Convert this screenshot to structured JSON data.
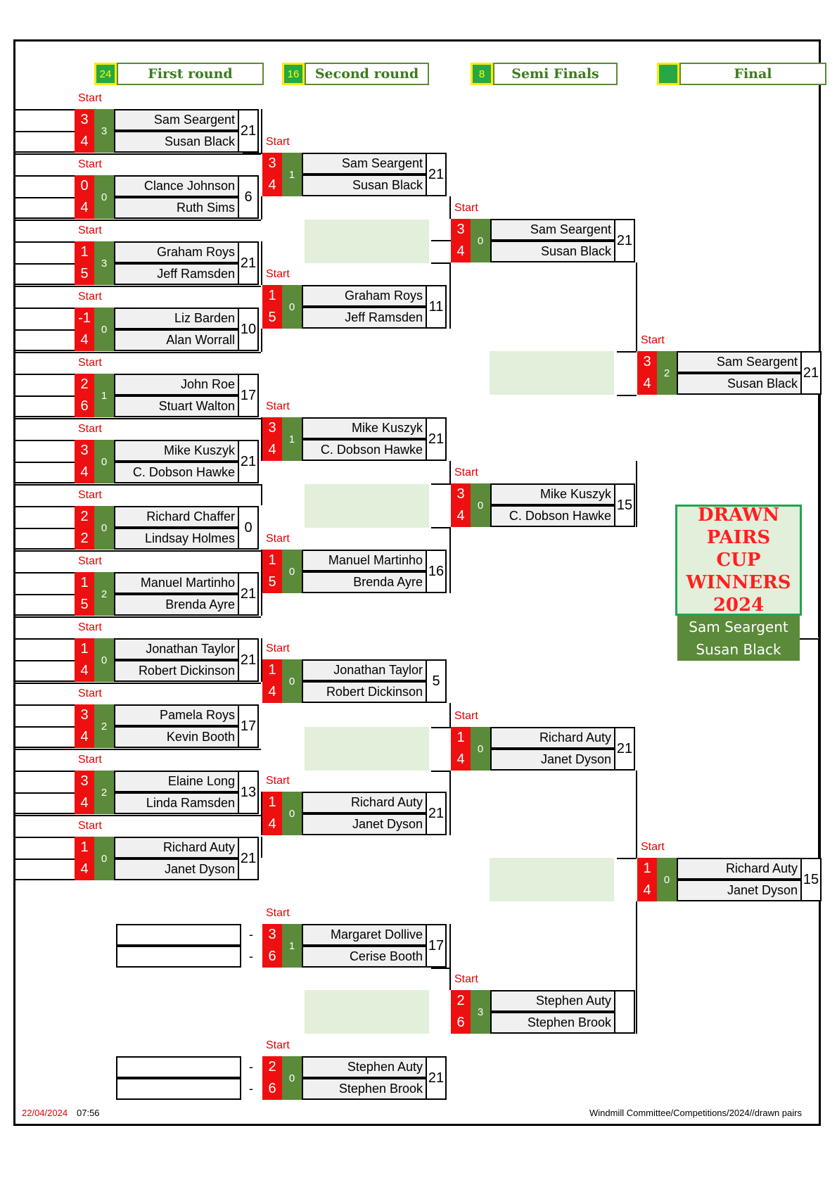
{
  "headers": [
    {
      "count": "24",
      "label": "First round"
    },
    {
      "count": "16",
      "label": "Second round"
    },
    {
      "count": "8",
      "label": "Semi Finals"
    },
    {
      "count": "",
      "label": "Final"
    }
  ],
  "start_label": "Start",
  "round1": [
    {
      "s1": "3",
      "s2": "4",
      "mid": "3",
      "p1": "Sam Seargent",
      "p2": "Susan Black",
      "score": "21"
    },
    {
      "s1": "0",
      "s2": "4",
      "mid": "0",
      "p1": "Clance Johnson",
      "p2": "Ruth Sims",
      "score": "6"
    },
    {
      "s1": "1",
      "s2": "5",
      "mid": "3",
      "p1": "Graham Roys",
      "p2": "Jeff Ramsden",
      "score": "21"
    },
    {
      "s1": "-1",
      "s2": "4",
      "mid": "0",
      "p1": "Liz Barden",
      "p2": "Alan Worrall",
      "score": "10"
    },
    {
      "s1": "2",
      "s2": "6",
      "mid": "1",
      "p1": "John Roe",
      "p2": "Stuart Walton",
      "score": "17"
    },
    {
      "s1": "3",
      "s2": "4",
      "mid": "0",
      "p1": "Mike Kuszyk",
      "p2": "C. Dobson Hawke",
      "score": "21"
    },
    {
      "s1": "2",
      "s2": "2",
      "mid": "0",
      "p1": "Richard Chaffer",
      "p2": "Lindsay Holmes",
      "score": "0"
    },
    {
      "s1": "1",
      "s2": "5",
      "mid": "2",
      "p1": "Manuel Martinho",
      "p2": "Brenda Ayre",
      "score": "21"
    },
    {
      "s1": "1",
      "s2": "4",
      "mid": "0",
      "p1": "Jonathan Taylor",
      "p2": "Robert Dickinson",
      "score": "21"
    },
    {
      "s1": "3",
      "s2": "4",
      "mid": "2",
      "p1": "Pamela Roys",
      "p2": "Kevin Booth",
      "score": "17"
    },
    {
      "s1": "3",
      "s2": "4",
      "mid": "2",
      "p1": "Elaine Long",
      "p2": "Linda Ramsden",
      "score": "13"
    },
    {
      "s1": "1",
      "s2": "4",
      "mid": "0",
      "p1": "Richard Auty",
      "p2": "Janet Dyson",
      "score": "21"
    }
  ],
  "round2": [
    {
      "s1": "3",
      "s2": "4",
      "mid": "1",
      "p1": "Sam Seargent",
      "p2": "Susan Black",
      "score": "21"
    },
    {
      "s1": "1",
      "s2": "5",
      "mid": "0",
      "p1": "Graham Roys",
      "p2": "Jeff Ramsden",
      "score": "11"
    },
    {
      "s1": "3",
      "s2": "4",
      "mid": "1",
      "p1": "Mike Kuszyk",
      "p2": "C. Dobson Hawke",
      "score": "21"
    },
    {
      "s1": "1",
      "s2": "5",
      "mid": "0",
      "p1": "Manuel Martinho",
      "p2": "Brenda Ayre",
      "score": "16"
    },
    {
      "s1": "1",
      "s2": "4",
      "mid": "0",
      "p1": "Jonathan Taylor",
      "p2": "Robert Dickinson",
      "score": "5"
    },
    {
      "s1": "1",
      "s2": "4",
      "mid": "0",
      "p1": "Richard Auty",
      "p2": "Janet Dyson",
      "score": "21"
    },
    {
      "s1": "3",
      "s2": "6",
      "mid": "1",
      "p1": "Margaret Dollive",
      "p2": "Cerise Booth",
      "score": "17"
    },
    {
      "s1": "2",
      "s2": "6",
      "mid": "0",
      "p1": "Stephen Auty",
      "p2": "Stephen Brook",
      "score": "21"
    }
  ],
  "semis": [
    {
      "s1": "3",
      "s2": "4",
      "mid": "0",
      "p1": "Sam Seargent",
      "p2": "Susan Black",
      "score": "21"
    },
    {
      "s1": "3",
      "s2": "4",
      "mid": "0",
      "p1": "Mike Kuszyk",
      "p2": "C. Dobson Hawke",
      "score": "15"
    },
    {
      "s1": "1",
      "s2": "4",
      "mid": "0",
      "p1": "Richard Auty",
      "p2": "Janet Dyson",
      "score": "21"
    },
    {
      "s1": "2",
      "s2": "6",
      "mid": "3",
      "p1": "Stephen Auty",
      "p2": "Stephen Brook",
      "score": ""
    }
  ],
  "finals": [
    {
      "s1": "3",
      "s2": "4",
      "mid": "2",
      "p1": "Sam Seargent",
      "p2": "Susan Black",
      "score": "21"
    },
    {
      "s1": "1",
      "s2": "4",
      "mid": "0",
      "p1": "Richard Auty",
      "p2": "Janet Dyson",
      "score": "15"
    }
  ],
  "dash": "-",
  "trophy": {
    "line1": "DRAWN",
    "line2": "PAIRS",
    "line3": "CUP",
    "line4": "WINNERS",
    "line5": "2024",
    "winner1": "Sam Seargent",
    "winner2": "Susan Black"
  },
  "footer": {
    "date": "22/04/2024",
    "time": "07:56",
    "path": "Windmill Committee/Competitions/2024//drawn pairs"
  },
  "colors": {
    "red": "#ee1010",
    "green": "#5a8a3a",
    "placeholder": "#e2efda",
    "header_green": "#28a745",
    "header_border": "#ffeb00",
    "trophy_red": "#ff2020"
  }
}
